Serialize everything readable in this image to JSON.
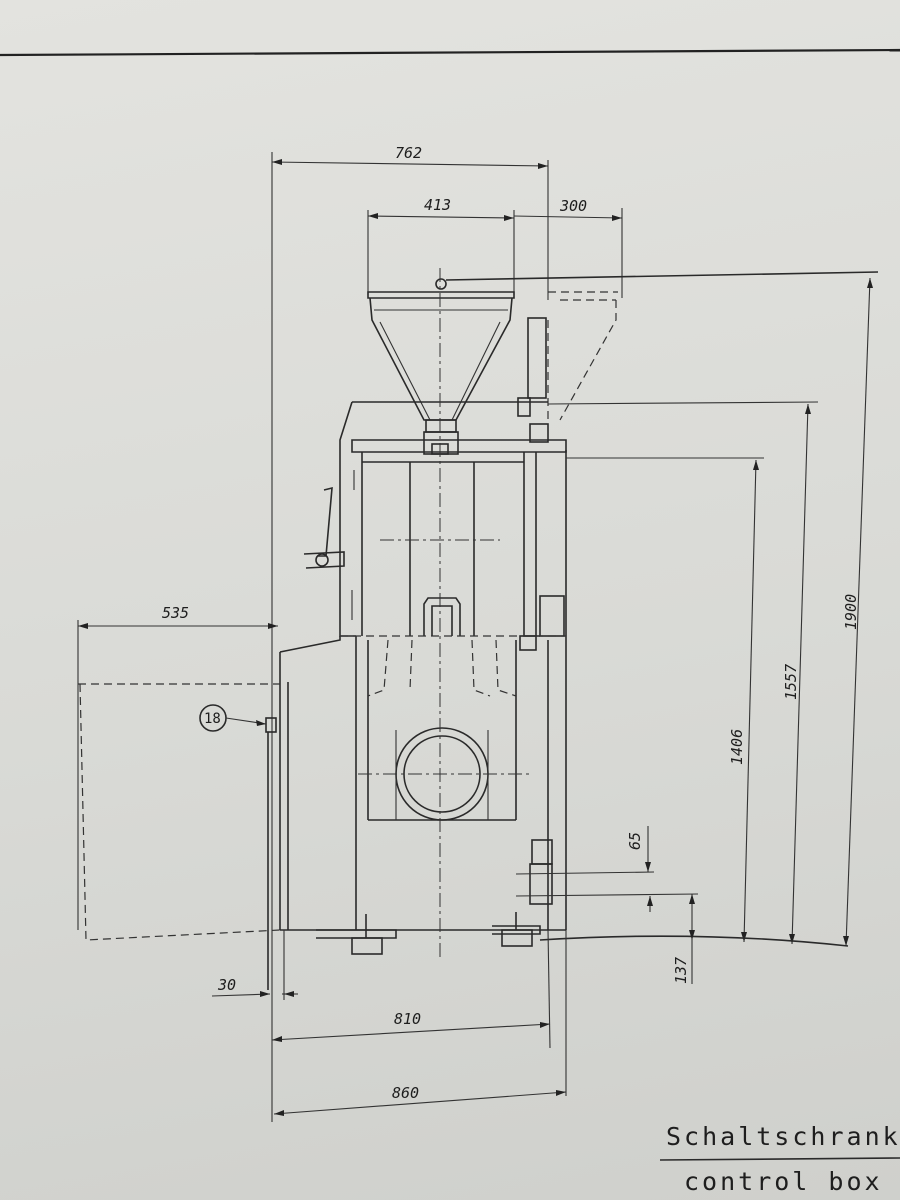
{
  "drawing": {
    "dimensions": {
      "overall_width_top": "762",
      "hopper_width": "413",
      "side_hopper_width": "300",
      "control_box_width": "535",
      "height_total": "1900",
      "height_1557": "1557",
      "height_1406": "1406",
      "dim_65": "65",
      "dim_137": "137",
      "dim_30": "30",
      "base_width": "810",
      "overall_width_bottom": "860"
    },
    "callout": "18",
    "title_de": "Schaltschrank",
    "title_en": "control box"
  }
}
